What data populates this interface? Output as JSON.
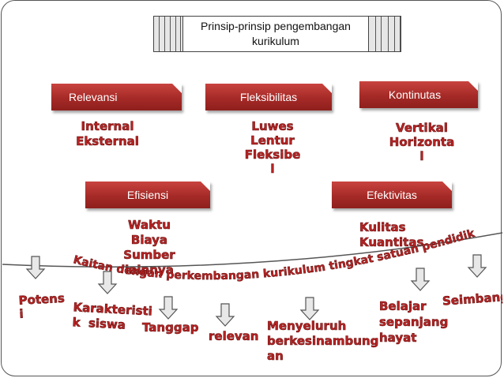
{
  "title": {
    "line1": "Prinsip-prinsip pengembangan",
    "line2": "kurikulum"
  },
  "principles": [
    {
      "label": "Relevansi",
      "items": [
        "Internal",
        "Eksternal"
      ]
    },
    {
      "label": "Fleksibilitas",
      "items": [
        "Luwes",
        "Lentur",
        "Fleksibe",
        "l"
      ]
    },
    {
      "label": "Kontinutas",
      "items": [
        "Vertikal",
        "Horizonta",
        "l"
      ]
    },
    {
      "label": "Efisiensi",
      "items": [
        "Waktu",
        "Biaya",
        "Sumber",
        "lainnya"
      ]
    },
    {
      "label": "Efektivitas",
      "items": [
        "Kulitas",
        "Kuantitas"
      ]
    }
  ],
  "curve_label": "Kaitan dengan perkembangan kurikulum tingkat satuan pendidikan",
  "outcomes": {
    "potensi": [
      "Potens",
      "i"
    ],
    "karakteristik": [
      "Karakteristi",
      "k  siswa"
    ],
    "tanggap": [
      "Tanggap"
    ],
    "relevan": [
      "relevan"
    ],
    "menyeluruh": [
      "Menyeluruh",
      "berkesinambung",
      "an"
    ],
    "belajar": [
      "Belajar",
      "sepanjang",
      "hayat"
    ],
    "seimbang": [
      "Seimbang"
    ]
  },
  "colors": {
    "accent_red": "#a52a27",
    "text_red": "#b82424",
    "arrow_fill": "#e8e8e8"
  }
}
